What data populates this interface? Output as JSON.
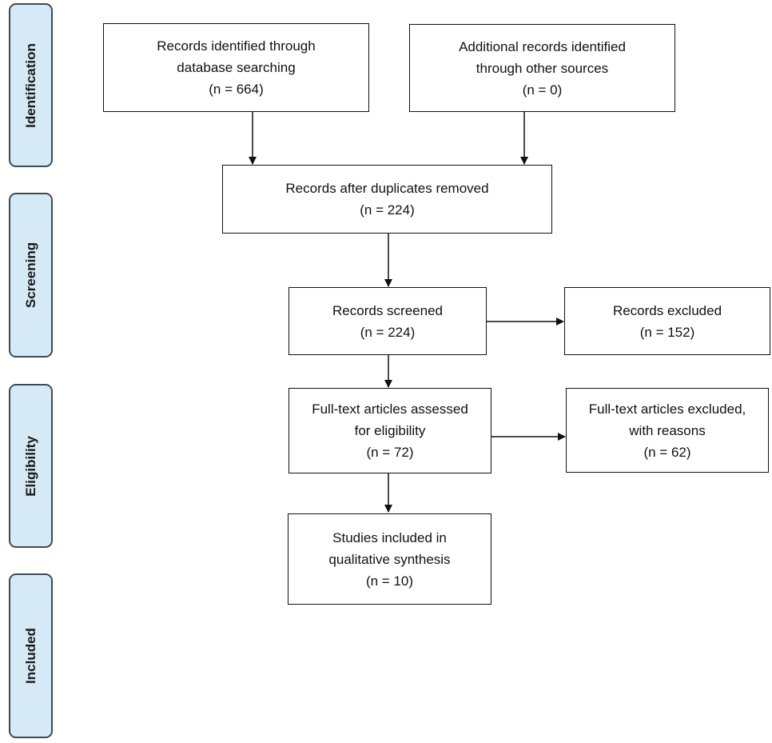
{
  "phases": {
    "identification": "Identification",
    "screening": "Screening",
    "eligibility": "Eligibility",
    "included": "Included"
  },
  "boxes": {
    "database": {
      "line1": "Records identified through",
      "line2": "database searching",
      "line3": "(n = 664)"
    },
    "other_sources": {
      "line1": "Additional records identified",
      "line2": "through other sources",
      "line3": "(n = 0)"
    },
    "duplicates_removed": {
      "line1": "Records after duplicates removed",
      "line2": "(n = 224)"
    },
    "screened": {
      "line1": "Records screened",
      "line2": "(n = 224)"
    },
    "excluded": {
      "line1": "Records excluded",
      "line2": "(n = 152)"
    },
    "fulltext_assessed": {
      "line1": "Full-text articles assessed",
      "line2": "for eligibility",
      "line3": "(n = 72)"
    },
    "fulltext_excluded": {
      "line1": "Full-text articles excluded,",
      "line2": "with reasons",
      "line3": "(n = 62)"
    },
    "included": {
      "line1": "Studies included in",
      "line2": "qualitative synthesis",
      "line3": "(n = 10)"
    }
  },
  "colors": {
    "phase_fill": "#d5e9f7",
    "phase_border": "#3f4a56",
    "box_border": "#111111",
    "arrow": "#111111"
  }
}
